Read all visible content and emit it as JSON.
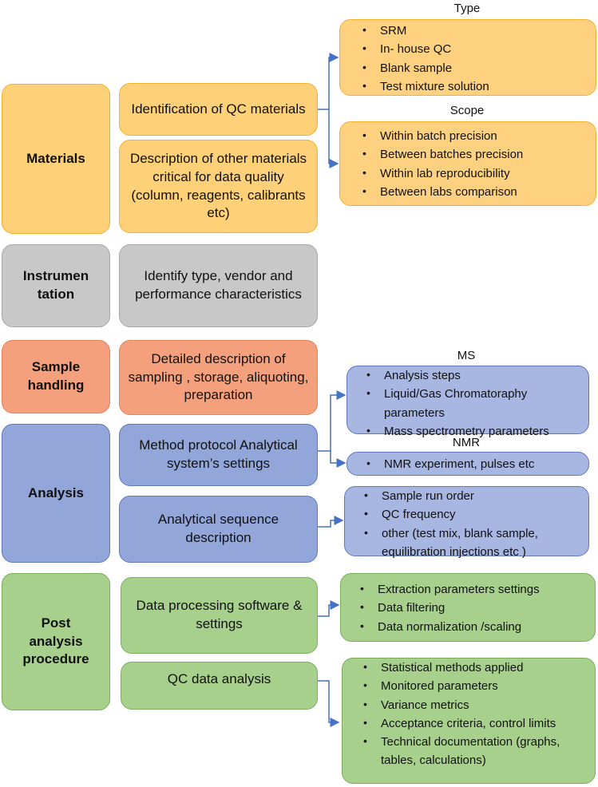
{
  "categories": {
    "materials": "Materials",
    "instrumentation": "Instrumen tation",
    "sample_handling": "Sample handling",
    "analysis": "Analysis",
    "post_analysis": "Post analysis procedure"
  },
  "descriptions": {
    "qc_materials": "Identification of QC materials",
    "other_materials": "Description of other materials critical for data quality (column, reagents, calibrants etc)",
    "instrument": "Identify type, vendor and performance characteristics",
    "sampling": "Detailed description of sampling , storage, aliquoting, preparation",
    "method_protocol": "Method protocol Analytical system’s settings",
    "sequence": "Analytical sequence description",
    "data_processing": "Data processing software & settings",
    "qc_analysis": "QC data analysis"
  },
  "groups": {
    "type": {
      "label": "Type",
      "items": [
        "SRM",
        "In- house QC",
        "Blank sample",
        "Test mixture solution"
      ]
    },
    "scope": {
      "label": "Scope",
      "items": [
        "Within batch precision",
        "Between batches precision",
        "Within lab reproducibility",
        "Between  labs comparison"
      ]
    },
    "ms": {
      "label": "MS",
      "items": [
        "Analysis steps",
        "Liquid/Gas Chromatoraphy parameters",
        "Mass spectrometry parameters"
      ]
    },
    "nmr": {
      "label": "NMR",
      "items": [
        "NMR experiment,  pulses etc"
      ]
    },
    "sequence": {
      "items": [
        "Sample run order",
        "QC frequency",
        "other (test mix, blank sample, equilibration injections etc )"
      ]
    },
    "processing": {
      "items": [
        "Extraction parameters settings",
        "Data filtering",
        "Data normalization /scaling"
      ]
    },
    "qc": {
      "items": [
        "Statistical methods applied",
        "Monitored parameters",
        "Variance metrics",
        "Acceptance criteria, control limits",
        "Technical documentation (graphs, tables, calculations)"
      ]
    }
  }
}
